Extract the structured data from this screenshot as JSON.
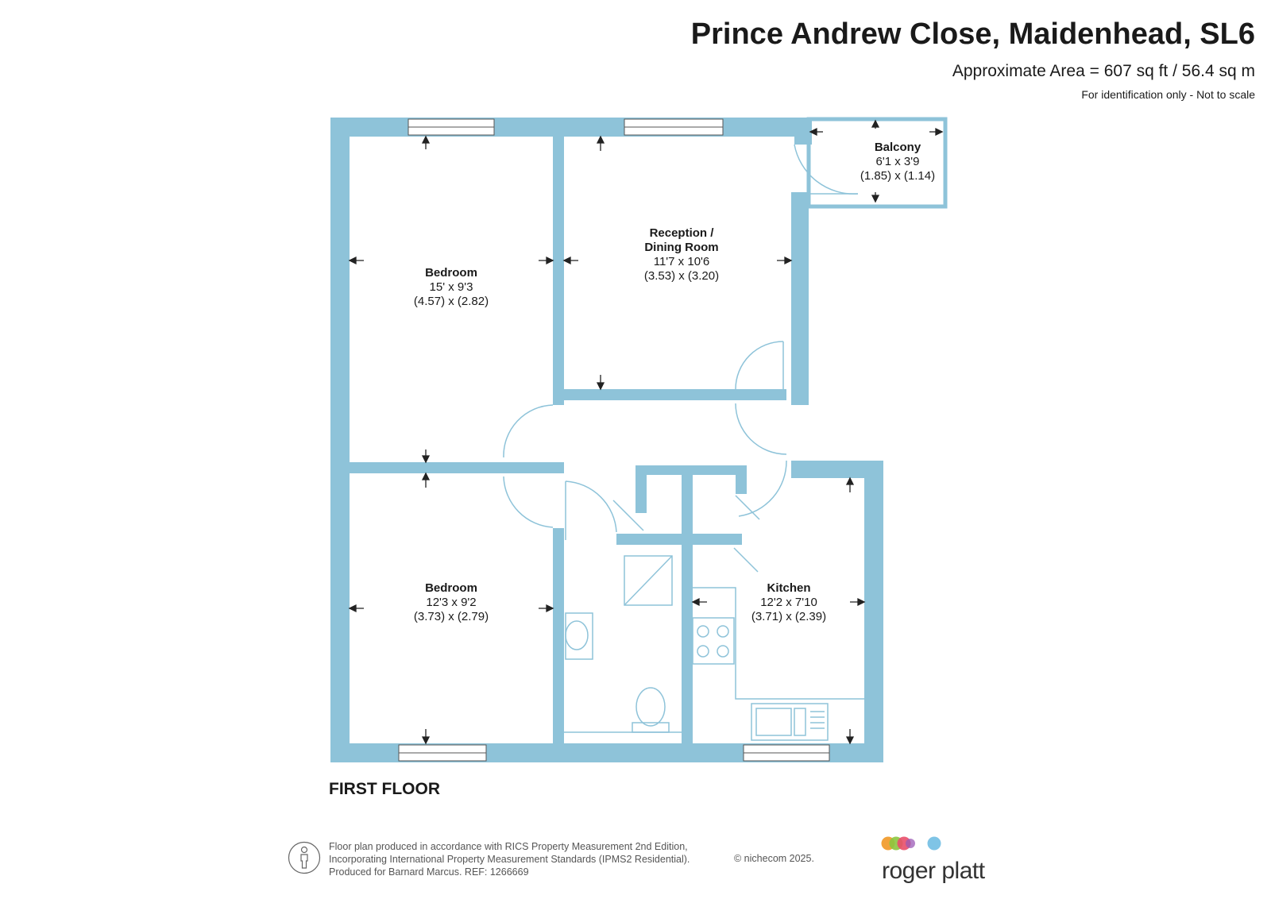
{
  "header": {
    "title": "Prince Andrew Close, Maidenhead, SL6",
    "area": "Approximate Area = 607 sq ft / 56.4 sq m",
    "note": "For identification only - Not to scale"
  },
  "colors": {
    "wall": "#8ec3d9",
    "window": "#ffffff",
    "fixture": "#8ec3d9"
  },
  "rooms": {
    "bedroom1": {
      "name": "Bedroom",
      "imperial": "15' x 9'3",
      "metric": "(4.57) x (2.82)"
    },
    "reception": {
      "name_line1": "Reception /",
      "name_line2": "Dining Room",
      "imperial": "11'7 x 10'6",
      "metric": "(3.53) x (3.20)"
    },
    "balcony": {
      "name": "Balcony",
      "imperial": "6'1 x 3'9",
      "metric": "(1.85) x (1.14)"
    },
    "bedroom2": {
      "name": "Bedroom",
      "imperial": "12'3 x 9'2",
      "metric": "(3.73) x (2.79)"
    },
    "kitchen": {
      "name": "Kitchen",
      "imperial": "12'2 x 7'10",
      "metric": "(3.71) x (2.39)"
    }
  },
  "floor_label": "FIRST FLOOR",
  "footer": {
    "line1": "Floor plan produced in accordance with RICS Property Measurement 2nd Edition,",
    "line2": "Incorporating International Property Measurement Standards (IPMS2 Residential).",
    "line3": "Produced for Barnard Marcus.   REF:  1266669",
    "copyright": "© nichecom 2025.",
    "logo_text": "roger platt",
    "logo_colors": [
      "#f2a23a",
      "#8cc63f",
      "#e94f6a",
      "#9b59b6",
      "#7fc4e6"
    ]
  }
}
